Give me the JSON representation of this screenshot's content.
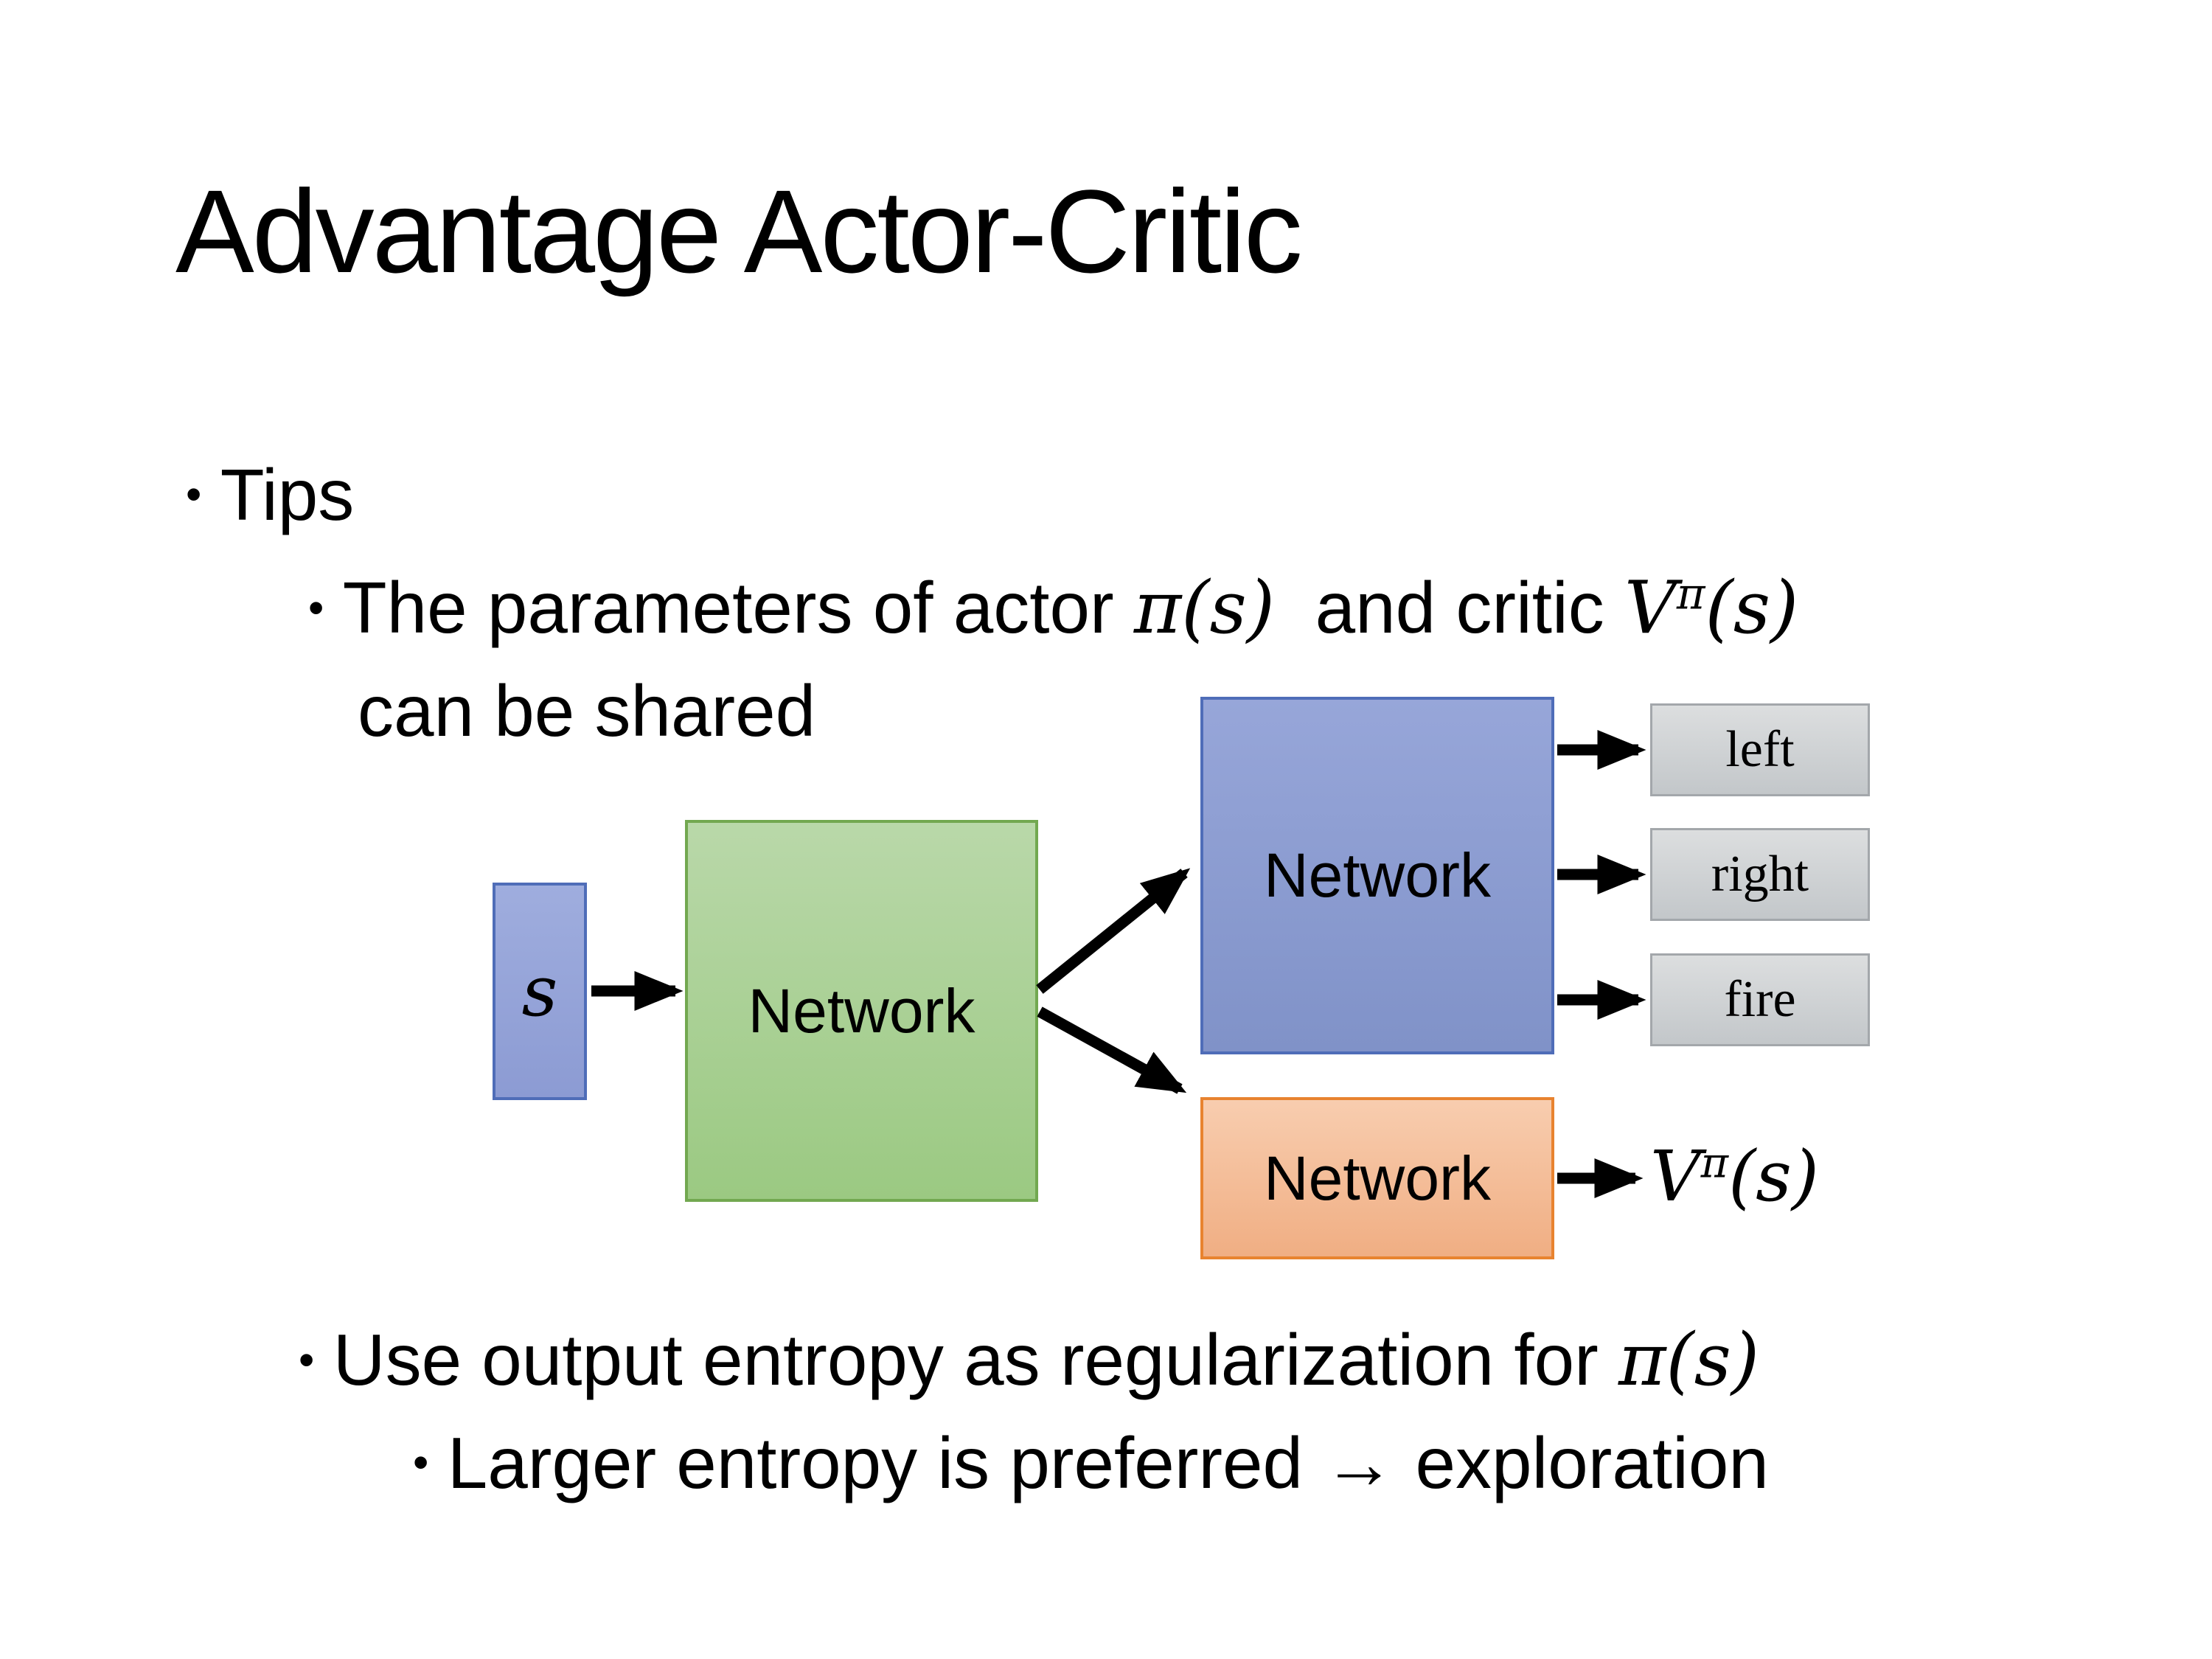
{
  "slide": {
    "bullet_glyph": "•",
    "title": "Advantage Actor-Critic",
    "bullets": {
      "tips": "Tips",
      "param_text1": "The parameters of actor ",
      "param_math1": "π(s)",
      "param_text2": " and critic ",
      "param_value_base": "V",
      "param_value_sup": "π",
      "param_value_args": "(s)",
      "param_line2": "can be shared",
      "entropy_text1": "Use output entropy as regularization for ",
      "entropy_math1": "π(s)",
      "exploration_text": "Larger entropy is preferred → exploration"
    },
    "diagram": {
      "state_label": "s",
      "shared_network_label": "Network",
      "actor_network_label": "Network",
      "critic_network_label": "Network",
      "actions": [
        "left",
        "right",
        "fire"
      ],
      "value_base": "V",
      "value_sup": "π",
      "value_args": "(s)",
      "colors": {
        "text_color": "#000000",
        "arrow_color": "#000000",
        "state_fill_top": "#9fadde",
        "state_fill_bottom": "#8c9bd3",
        "state_border": "#4f6db8",
        "shared_fill_top": "#b9d8a9",
        "shared_fill_bottom": "#9bc982",
        "shared_border": "#72a850",
        "actor_fill_top": "#97a6d9",
        "actor_fill_bottom": "#8092c8",
        "actor_border": "#4f6db8",
        "critic_fill_top": "#f8cdaf",
        "critic_fill_bottom": "#f0ae83",
        "critic_border": "#e8832f",
        "action_fill_top": "#dcdedf",
        "action_fill_bottom": "#c3c7ca",
        "action_border": "#a3a7ab"
      }
    }
  }
}
